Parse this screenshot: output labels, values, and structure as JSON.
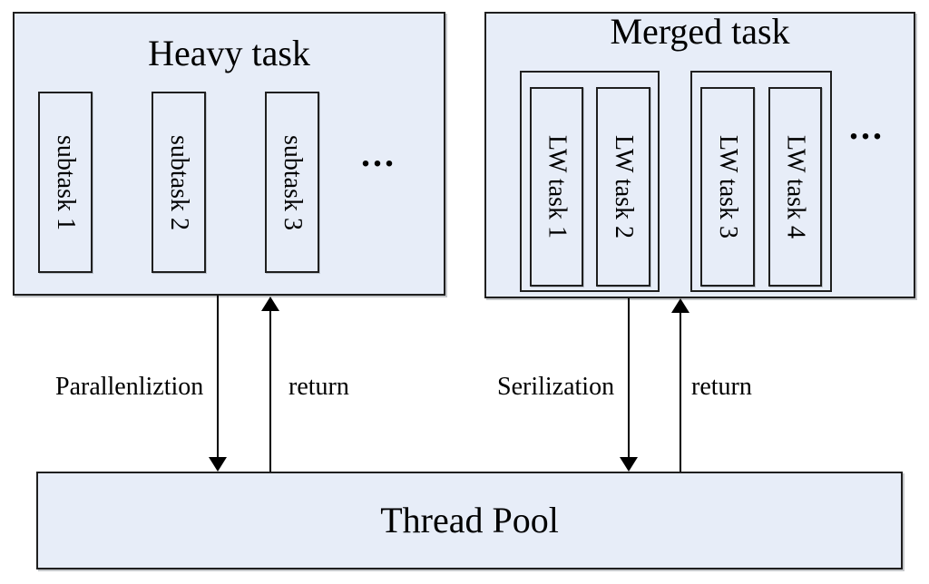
{
  "diagram": {
    "heavy_task": {
      "title": "Heavy task",
      "subtasks": [
        "subtask 1",
        "subtask 2",
        "subtask 3"
      ],
      "ellipsis": "..."
    },
    "merged_task": {
      "title": "Merged task",
      "groups": [
        [
          "LW task 1",
          "LW task 2"
        ],
        [
          "LW task 3",
          "LW task 4"
        ]
      ],
      "ellipsis": "..."
    },
    "thread_pool": {
      "title": "Thread Pool"
    },
    "arrows": {
      "parallel_label": "Parallenliztion",
      "left_return_label": "return",
      "serial_label": "Serilization",
      "right_return_label": "return"
    },
    "colors": {
      "box_fill": "#e7edf8",
      "border": "#1f1f1f",
      "arrow": "#000000"
    }
  }
}
